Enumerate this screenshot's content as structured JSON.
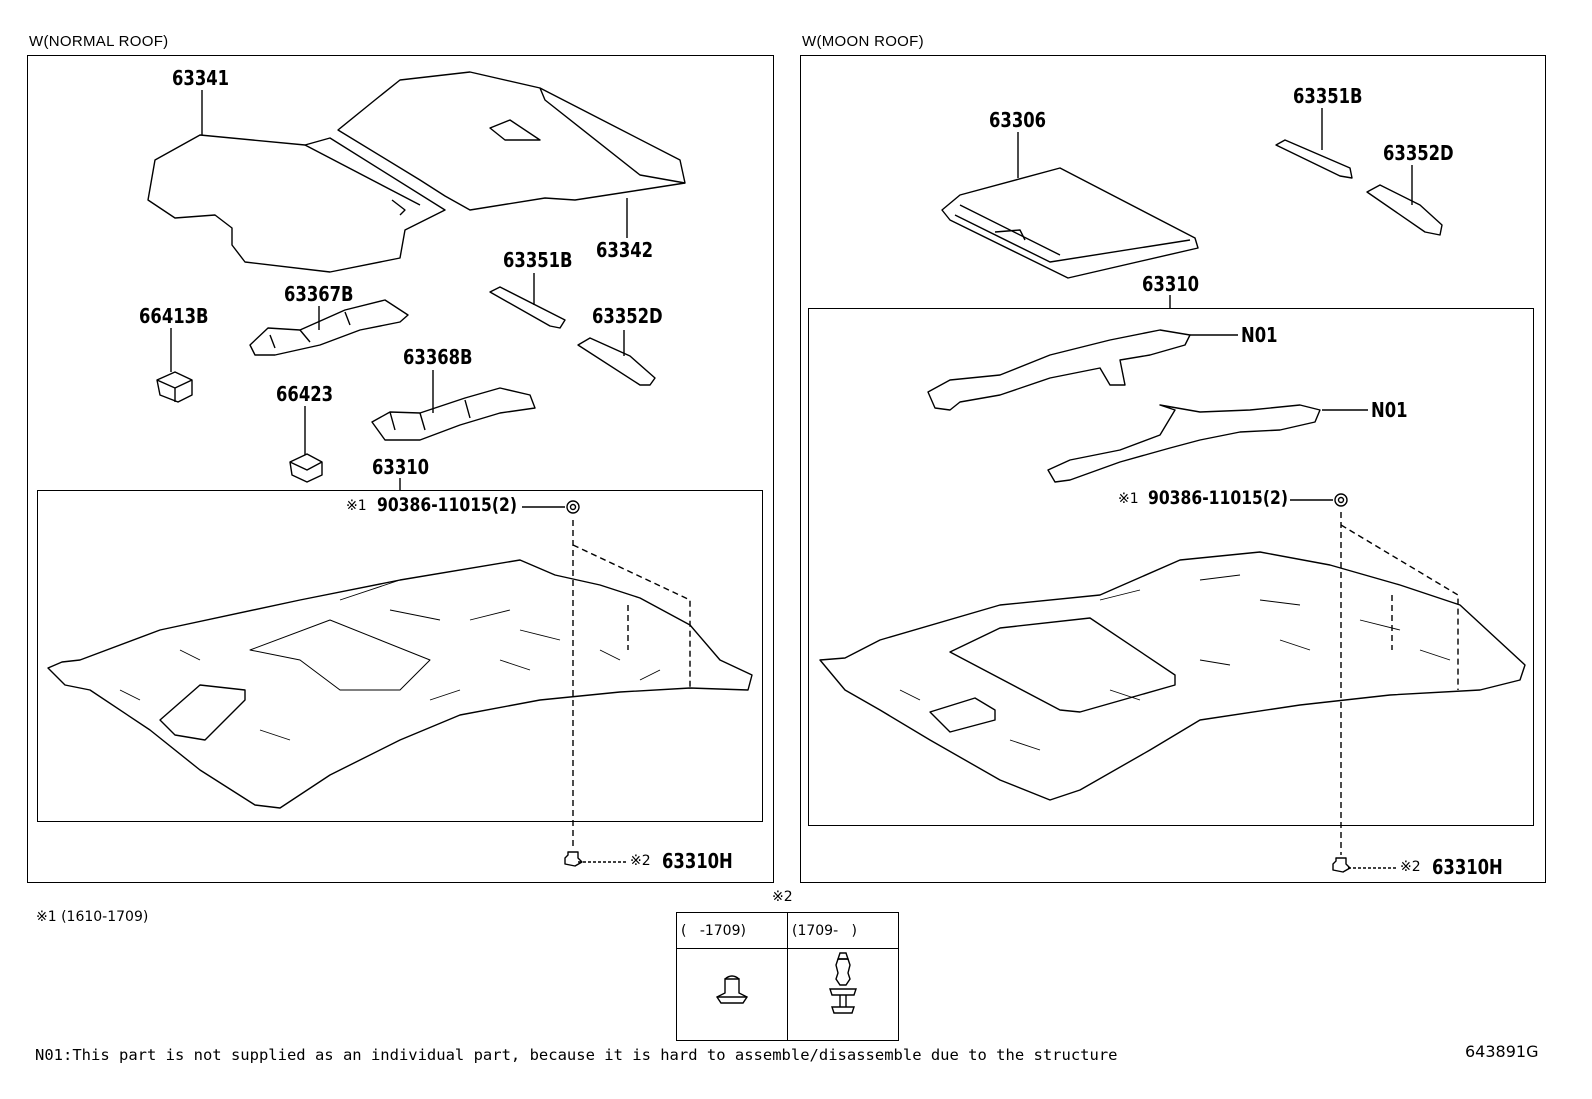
{
  "left": {
    "title": "W(NORMAL ROOF)",
    "parts": {
      "p63341": "63341",
      "p63342": "63342",
      "p63351b": "63351B",
      "p63367b": "63367B",
      "p66413b": "66413B",
      "p63352d": "63352D",
      "p63368b": "63368B",
      "p66423": "66423",
      "p63310": "63310",
      "clip_mark": "※1",
      "clip_part": "90386-11015(2)",
      "fastener_mark": "※2",
      "fastener_part": "63310H"
    }
  },
  "right": {
    "title": "W(MOON ROOF)",
    "parts": {
      "p63306": "63306",
      "p63351b": "63351B",
      "p63352d": "63352D",
      "p63310": "63310",
      "n01_a": "N01",
      "n01_b": "N01",
      "clip_mark": "※1",
      "clip_part": "90386-11015(2)",
      "fastener_mark": "※2",
      "fastener_part": "63310H"
    }
  },
  "notes": {
    "note1": "※1 (1610-1709)",
    "note2_mark": "※2",
    "col1_header": "(   -1709)",
    "col2_header": "(1709-   )",
    "footer": "N01:This part is not supplied as an individual part, because it is hard to assemble/disassemble due to the structure",
    "diagram_id": "643891G"
  }
}
